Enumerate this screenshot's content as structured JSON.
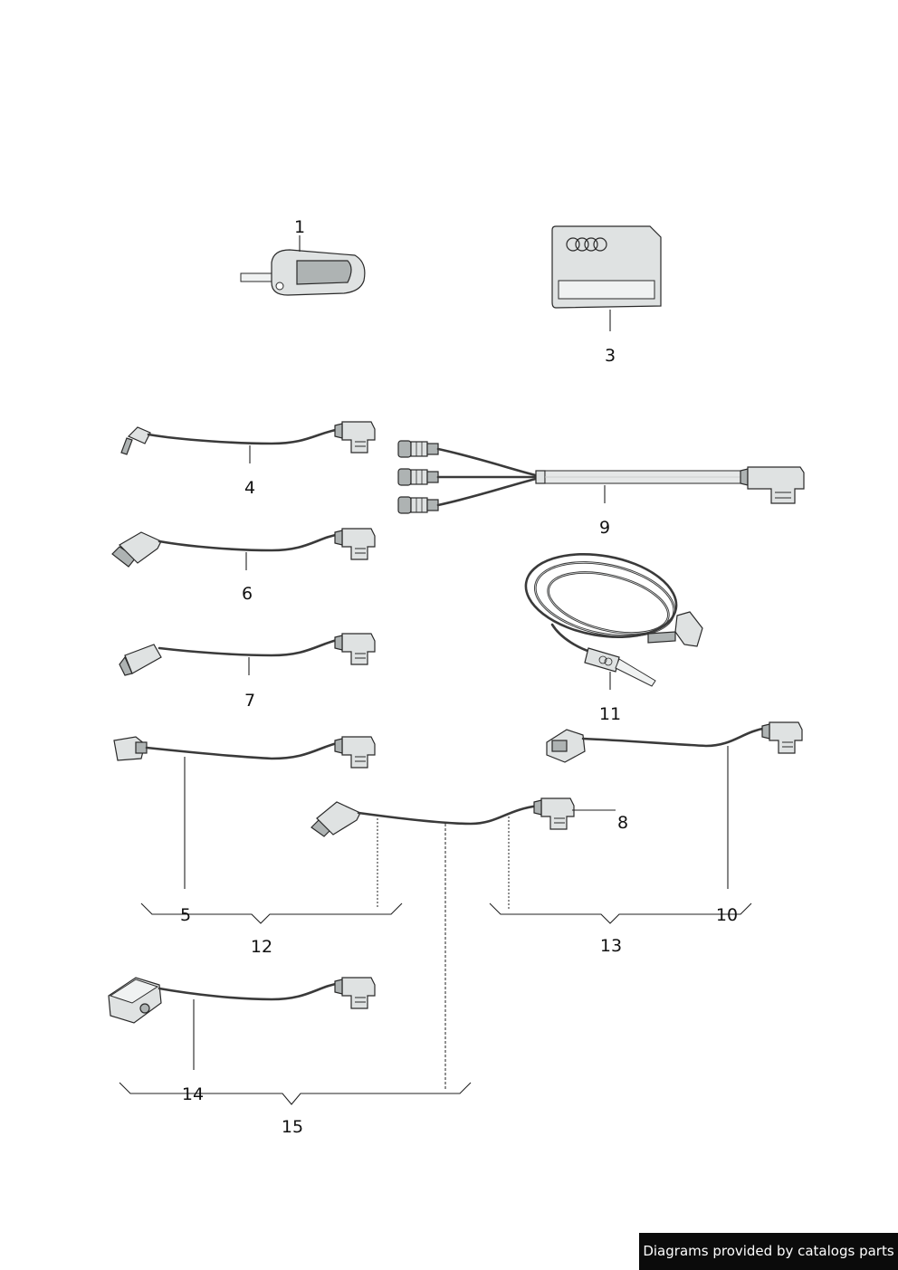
{
  "callouts": [
    "1",
    "3",
    "4",
    "5",
    "6",
    "7",
    "8",
    "9",
    "10",
    "11",
    "12",
    "13",
    "14",
    "15"
  ],
  "footer": {
    "text": "Diagrams provided by catalogs parts"
  },
  "colors": {
    "footer_bg": "#0b0b0b",
    "footer_text": "#ffffff",
    "line": "#222222"
  }
}
